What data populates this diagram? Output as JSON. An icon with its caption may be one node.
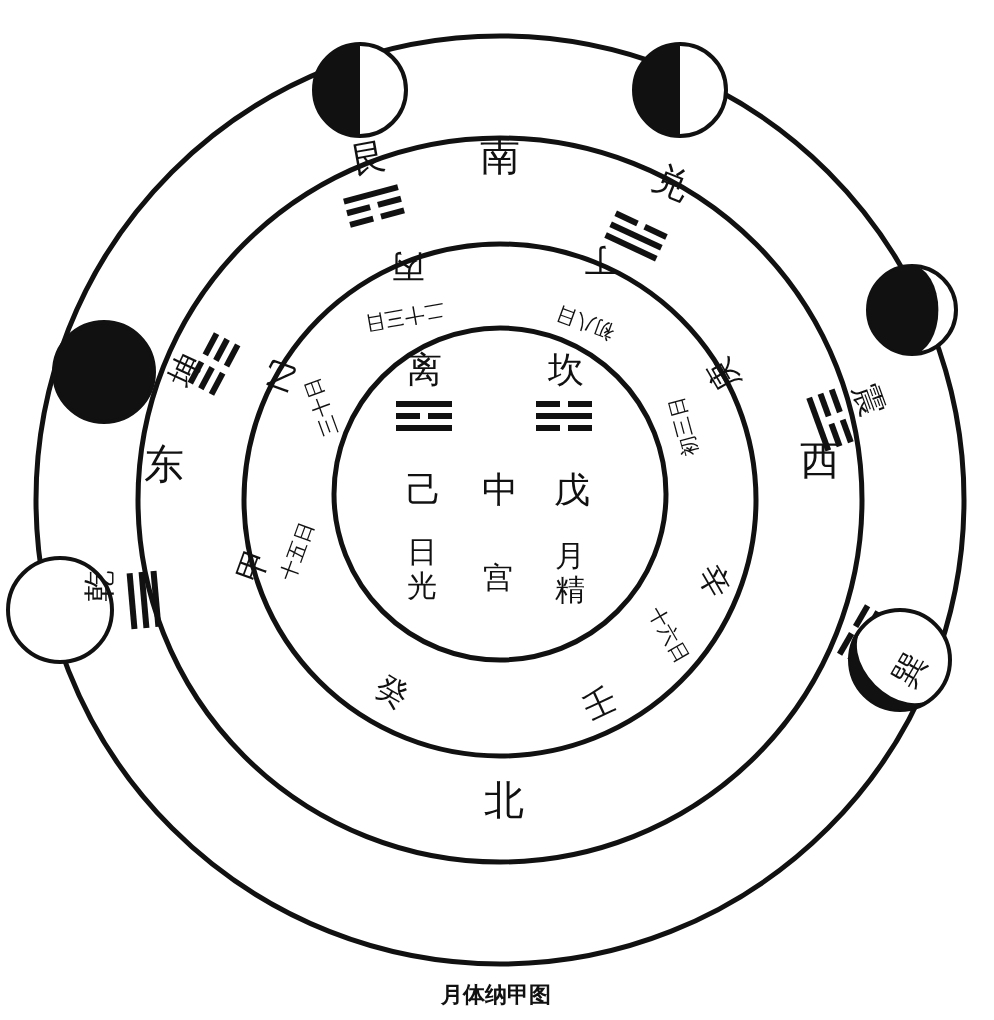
{
  "diagram": {
    "caption": "月体纳甲图",
    "labels": [
      "艮",
      "南",
      "兑",
      "坤",
      "震",
      "东",
      "西",
      "乾",
      "巽",
      "北",
      "丙",
      "丁",
      "二十三日",
      "初八日",
      "乙",
      "三十日",
      "庚",
      "初三日",
      "十五日",
      "甲",
      "十六日",
      "辛",
      "癸",
      "壬",
      "离",
      "坎",
      "己",
      "中",
      "戊",
      "日光",
      "宫",
      "月精"
    ]
  }
}
